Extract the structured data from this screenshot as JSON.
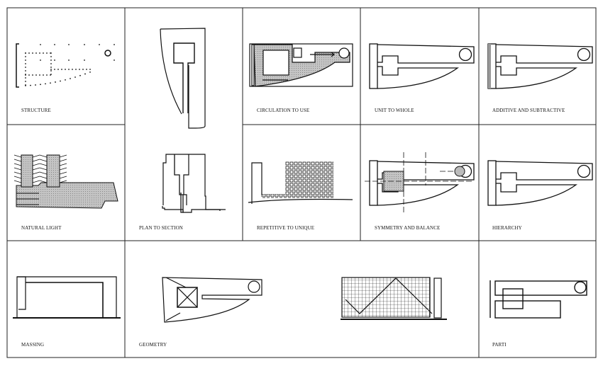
{
  "panels": {
    "structure": "STRUCTURE",
    "plan_to_section": "PLAN TO SECTION",
    "circulation": "CIRCULATION TO USE",
    "unit_to_whole": "UNIT TO WHOLE",
    "additive": "ADDITIVE AND SUBTRACTIVE",
    "natural_light": "NATURAL LIGHT",
    "repetitive": "REPETITIVE TO UNIQUE",
    "symmetry": "SYMMETRY AND BALANCE",
    "hierarchy": "HIERARCHY",
    "massing": "MASSING",
    "geometry": "GEOMETRY",
    "parti": "PARTI"
  },
  "colors": {
    "ink": "#111111",
    "fill": "#b8b8b8"
  }
}
